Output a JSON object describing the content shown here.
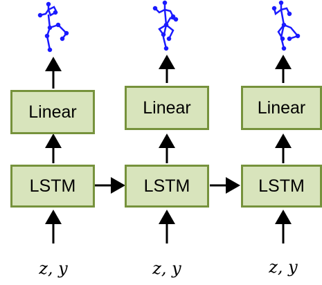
{
  "diagram": {
    "columns": [
      {
        "linear_label": "Linear",
        "lstm_label": "LSTM",
        "input_label": "z, y"
      },
      {
        "linear_label": "Linear",
        "lstm_label": "LSTM",
        "input_label": "z, y"
      },
      {
        "linear_label": "Linear",
        "lstm_label": "LSTM",
        "input_label": "z, y"
      }
    ],
    "colors": {
      "box_fill": "#d8e4bc",
      "box_border": "#76923c",
      "arrow": "#000000",
      "skeleton": "#1a1aff"
    },
    "icons": [
      "stick-figure-pose-icon",
      "stick-figure-pose-icon",
      "stick-figure-pose-icon"
    ]
  }
}
